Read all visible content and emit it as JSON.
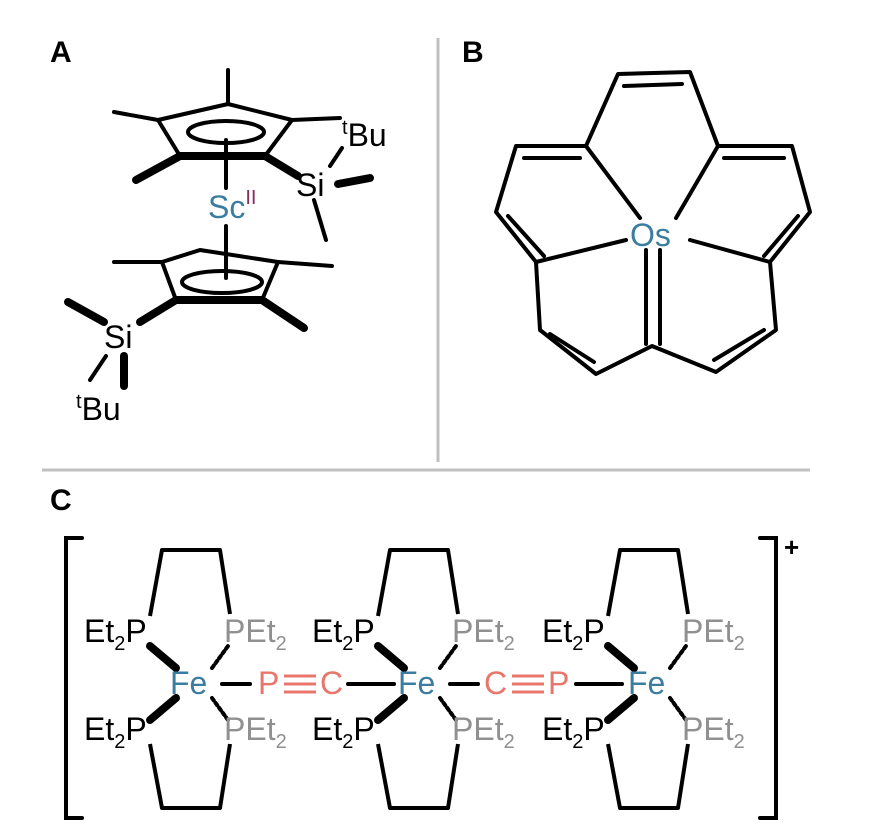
{
  "panels": {
    "a": "A",
    "b": "B",
    "c": "C"
  },
  "colors": {
    "metal": "#3b7da0",
    "oxidation": "#8b2b5c",
    "phosphaalkyne": "#e8766b",
    "ghost": "#909090",
    "text": "#000000"
  },
  "panel_a": {
    "metal": "Sc",
    "oxidation_state": "II",
    "silicon": "Si",
    "tert_prefix": "t",
    "tert_group": "Bu"
  },
  "panel_b": {
    "metal": "Os"
  },
  "panel_c": {
    "iron": "Fe",
    "phosphorus": "P",
    "carbon": "C",
    "ligand_left_main": "Et",
    "ligand_left_sub": "2",
    "ligand_left_tail": "P",
    "ligand_right_main": "PEt",
    "ligand_right_sub": "2",
    "charge": "+"
  }
}
